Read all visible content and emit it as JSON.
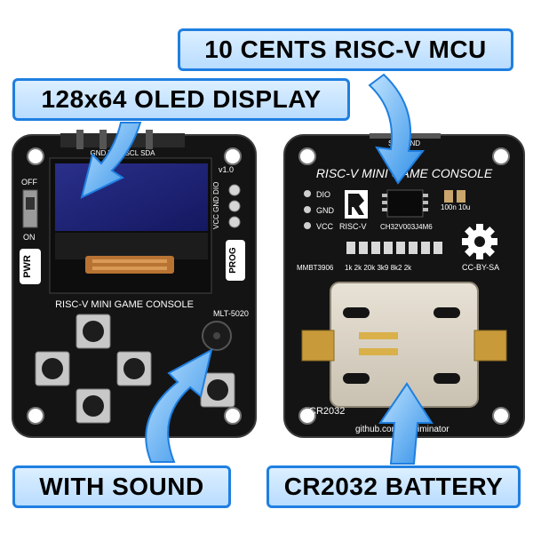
{
  "labels": {
    "mcu": "10 CENTS RISC-V MCU",
    "oled": "128x64 OLED DISPLAY",
    "sound": "WITH SOUND",
    "battery": "CR2032 BATTERY"
  },
  "front_board": {
    "header_pins": "GND VCC SCL SDA",
    "version": "v1.0",
    "switch_off": "OFF",
    "switch_on": "ON",
    "pwr": "PWR",
    "prog_pins": "VCC GND DIO",
    "prog": "PROG",
    "title": "RISC-V MINI GAME CONSOLE",
    "buzzer_part": "MLT-5020"
  },
  "back_board": {
    "header_pins": "SDA GND",
    "title": "RISC-V MINI GAME CONSOLE",
    "pin_dio": "DIO",
    "pin_gnd": "GND",
    "pin_vcc": "VCC",
    "logo_text": "RISC-V",
    "chip_label": "CH32V003J4M6",
    "caps": "100n 10u",
    "transistor": "MMBT3906",
    "resistors": "1k 2k 20k 3k9 8k2 2k",
    "license": "CC-BY-SA",
    "battery_holder": "CR2032",
    "github": "github.com/wagiminator"
  },
  "colors": {
    "callout_border": "#1f7fe0",
    "callout_fill": "#b9dcff",
    "arrow": "#3aa0f0",
    "pcb": "#141414",
    "oled_screen": "#1a1f6e"
  }
}
